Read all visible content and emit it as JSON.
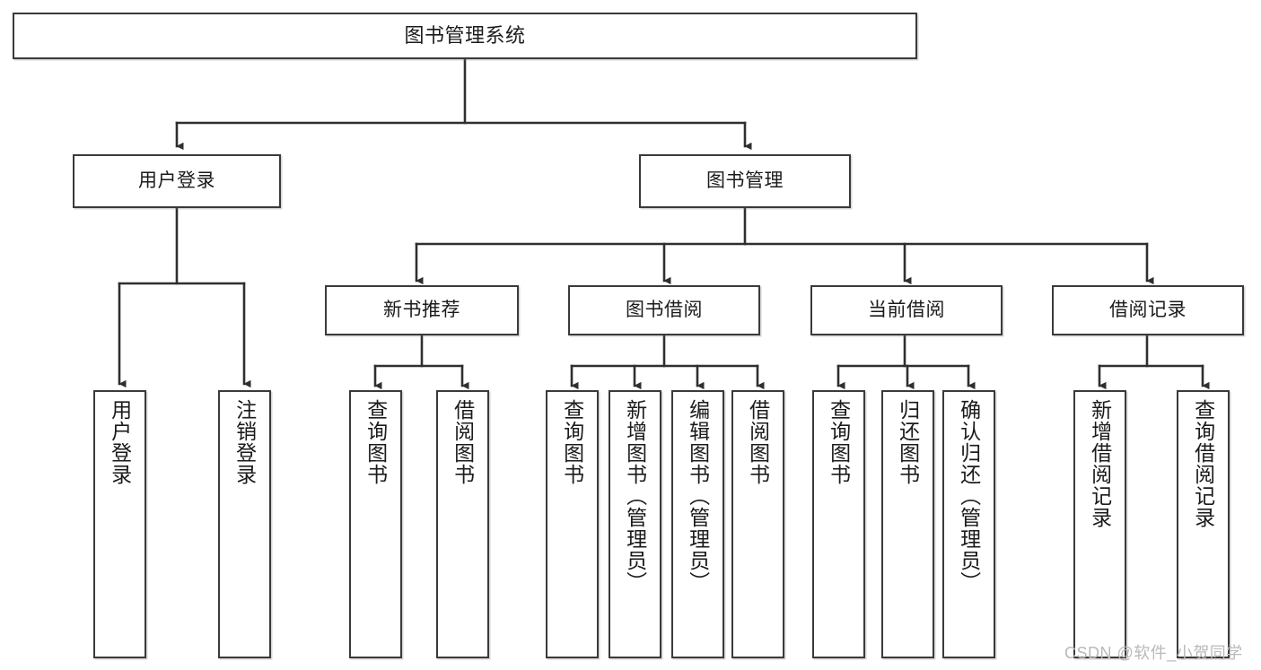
{
  "diagram": {
    "type": "tree-structure-chart",
    "title": "图书管理系统",
    "accent_color": "#3a3a3a",
    "background_color": "#ffffff",
    "text_color": "#1b1b1b",
    "watermark": "CSDN @软件_小贺同学",
    "levels": {
      "root_label": "图书管理系统",
      "level2": [
        "用户登录",
        "图书管理"
      ],
      "level3": [
        "新书推荐",
        "图书借阅",
        "当前借阅",
        "借阅记录"
      ]
    },
    "nodes": {
      "root": {
        "label": "图书管理系统"
      },
      "user_login": {
        "label": "用户登录"
      },
      "book_manage": {
        "label": "图书管理"
      },
      "new_book_rec": {
        "label": "新书推荐"
      },
      "book_borrow": {
        "label": "图书借阅"
      },
      "current_borrow": {
        "label": "当前借阅"
      },
      "borrow_record": {
        "label": "借阅记录"
      },
      "leaf_user_login": {
        "label": "用户登录"
      },
      "leaf_logout": {
        "label": "注销登录"
      },
      "leaf_query_book_1": {
        "label": "查询图书"
      },
      "leaf_borrow_book_1": {
        "label": "借阅图书"
      },
      "leaf_query_book_2": {
        "label": "查询图书"
      },
      "leaf_add_book": {
        "label": "新增图书（管理员）"
      },
      "leaf_edit_book": {
        "label": "编辑图书（管理员）"
      },
      "leaf_borrow_book_2": {
        "label": "借阅图书"
      },
      "leaf_query_book_3": {
        "label": "查询图书"
      },
      "leaf_return_book": {
        "label": "归还图书"
      },
      "leaf_confirm_return": {
        "label": "确认归还（管理员）"
      },
      "leaf_add_record": {
        "label": "新增借阅记录"
      },
      "leaf_query_record": {
        "label": "查询借阅记录"
      }
    }
  }
}
